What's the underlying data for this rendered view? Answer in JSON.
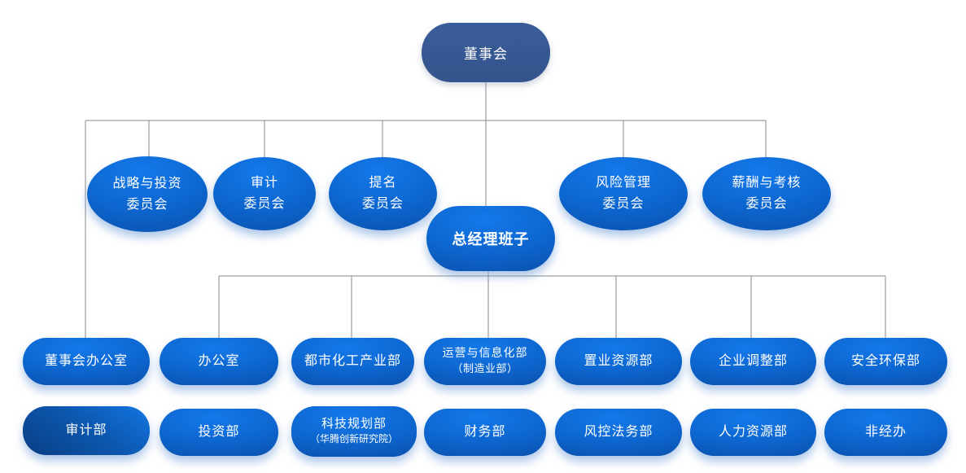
{
  "org": {
    "type": "org-chart",
    "board": {
      "label": "董事会"
    },
    "committees": [
      {
        "line1": "战略与投资",
        "line2": "委员会"
      },
      {
        "line1": "审计",
        "line2": "委员会"
      },
      {
        "line1": "提名",
        "line2": "委员会"
      },
      {
        "line1": "风险管理",
        "line2": "委员会"
      },
      {
        "line1": "薪酬与考核",
        "line2": "委员会"
      }
    ],
    "gm": {
      "label": "总经理班子"
    },
    "row3": [
      {
        "label": "董事会办公室"
      },
      {
        "label": "办公室"
      },
      {
        "label": "都市化工产业部"
      },
      {
        "label": "运营与信息化部",
        "sub": "（制造业部）"
      },
      {
        "label": "置业资源部"
      },
      {
        "label": "企业调整部"
      },
      {
        "label": "安全环保部"
      }
    ],
    "row4": [
      {
        "label": "审计部"
      },
      {
        "label": "投资部"
      },
      {
        "label": "科技规划部",
        "sub": "（华腾创新研究院）"
      },
      {
        "label": "财务部"
      },
      {
        "label": "风控法务部"
      },
      {
        "label": "人力资源部"
      },
      {
        "label": "非经办"
      }
    ],
    "colors": {
      "node_bright": "#0d66cf",
      "node_bright_edge": "#0a51ad",
      "board_navy": "#33548c",
      "audit_dark": "#093e84",
      "connector_gray": "#888888",
      "text": "#ffffff"
    }
  }
}
